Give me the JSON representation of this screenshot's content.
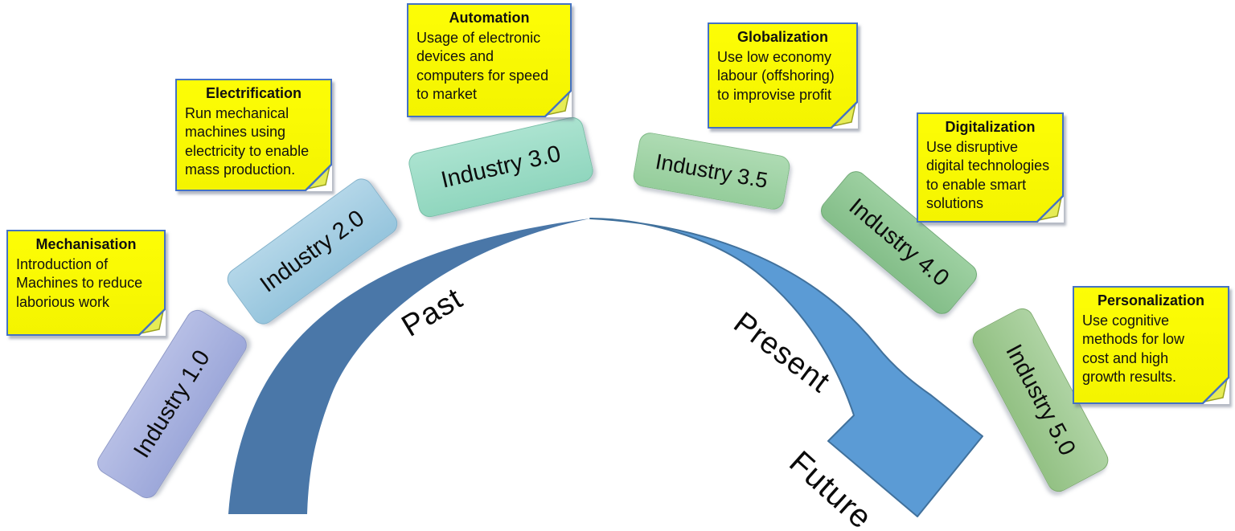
{
  "diagram": {
    "title": "Industry evolution timeline (Industry 1.0 to 5.0)",
    "arc_colors": {
      "past_segment": "#4a77a8",
      "future_segment": "#5b9bd5",
      "future_outline": "#41719c"
    },
    "note_style": {
      "background": "#f8f800",
      "border": "#4472c4"
    }
  },
  "timeline": {
    "labels": [
      {
        "text": "Past"
      },
      {
        "text": "Present"
      },
      {
        "text": "Future"
      }
    ]
  },
  "tags": [
    {
      "label": "Industry 1.0",
      "color": "#a9b2de"
    },
    {
      "label": "Industry 2.0",
      "color": "#a3cbe0"
    },
    {
      "label": "Industry 3.0",
      "color": "#9fdcc7"
    },
    {
      "label": "Industry 3.5",
      "color": "#a2d5a7"
    },
    {
      "label": "Industry 4.0",
      "color": "#90c694"
    },
    {
      "label": "Industry 5.0",
      "color": "#a3cc97"
    }
  ],
  "notes": [
    {
      "title": "Mechanisation",
      "body": "Introduction of\nMachines to reduce\nlaborious work"
    },
    {
      "title": "Electrification",
      "body": "Run mechanical\nmachines using\nelectricity to enable\nmass production."
    },
    {
      "title": "Automation",
      "body": "Usage of electronic\ndevices and\ncomputers for speed\nto market"
    },
    {
      "title": "Globalization",
      "body": "Use low economy\nlabour (offshoring)\nto improvise profit"
    },
    {
      "title": "Digitalization",
      "body": "Use disruptive\ndigital technologies\nto enable smart\nsolutions"
    },
    {
      "title": "Personalization",
      "body": "Use cognitive\nmethods for low\ncost and high\ngrowth results."
    }
  ]
}
